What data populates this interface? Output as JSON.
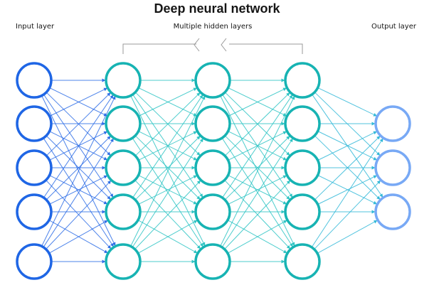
{
  "title": "Deep neural network",
  "labels": {
    "input": "Input layer",
    "hidden": "Multiple hidden layers",
    "output": "Output layer"
  },
  "layers": [
    {
      "name": "input",
      "nodes": 5,
      "color": "#1f66e5"
    },
    {
      "name": "hidden-1",
      "nodes": 5,
      "color": "#17b3b3"
    },
    {
      "name": "hidden-2",
      "nodes": 5,
      "color": "#17b3b3"
    },
    {
      "name": "hidden-3",
      "nodes": 5,
      "color": "#17b3b3"
    },
    {
      "name": "output",
      "nodes": 3,
      "color": "#78a9f5"
    }
  ],
  "colors": {
    "edge_input": "#2f6fe6",
    "edge_hidden": "#2ec4c4",
    "edge_output": "#33b9d8",
    "bracket": "#9a9a9a"
  }
}
